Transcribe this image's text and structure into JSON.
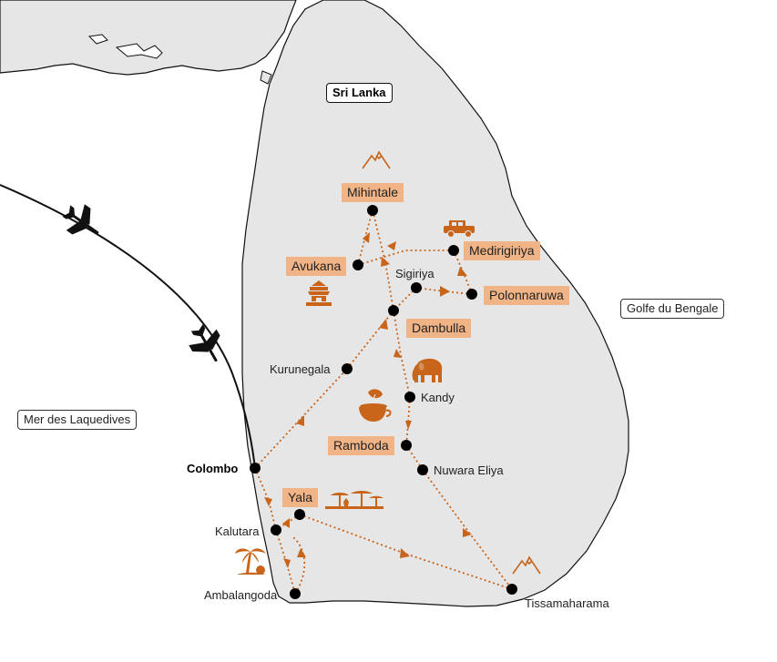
{
  "map_title": "Sri Lanka",
  "seas": {
    "west": "Mer des Laquedives",
    "east": "Golfe du Bengale"
  },
  "places": {
    "mihintale": "Mihintale",
    "medirigiriya": "Medirigiriya",
    "avukana": "Avukana",
    "sigiriya": "Sigiriya",
    "polonnaruwa": "Polonnaruwa",
    "dambulla": "Dambulla",
    "kurunegala": "Kurunegala",
    "kandy": "Kandy",
    "ramboda": "Ramboda",
    "nuwara_eliya": "Nuwara Eliya",
    "colombo": "Colombo",
    "yala": "Yala",
    "kalutara": "Kalutara",
    "ambalangoda": "Ambalangoda",
    "tissamaharama": "Tissamaharama"
  },
  "highlighted_stops": [
    "Mihintale",
    "Medirigiriya",
    "Avukana",
    "Polonnaruwa",
    "Dambulla",
    "Ramboda",
    "Yala"
  ],
  "icons": [
    "mountain-icon",
    "jeep-icon",
    "temple-icon",
    "elephant-icon",
    "tea-icon",
    "acacia-trees-icon",
    "palm-beach-icon",
    "airplane-icon"
  ],
  "colors": {
    "land": "#e6e6e6",
    "route": "#c8651b",
    "highlight": "#f0b486",
    "dot": "#000000"
  }
}
